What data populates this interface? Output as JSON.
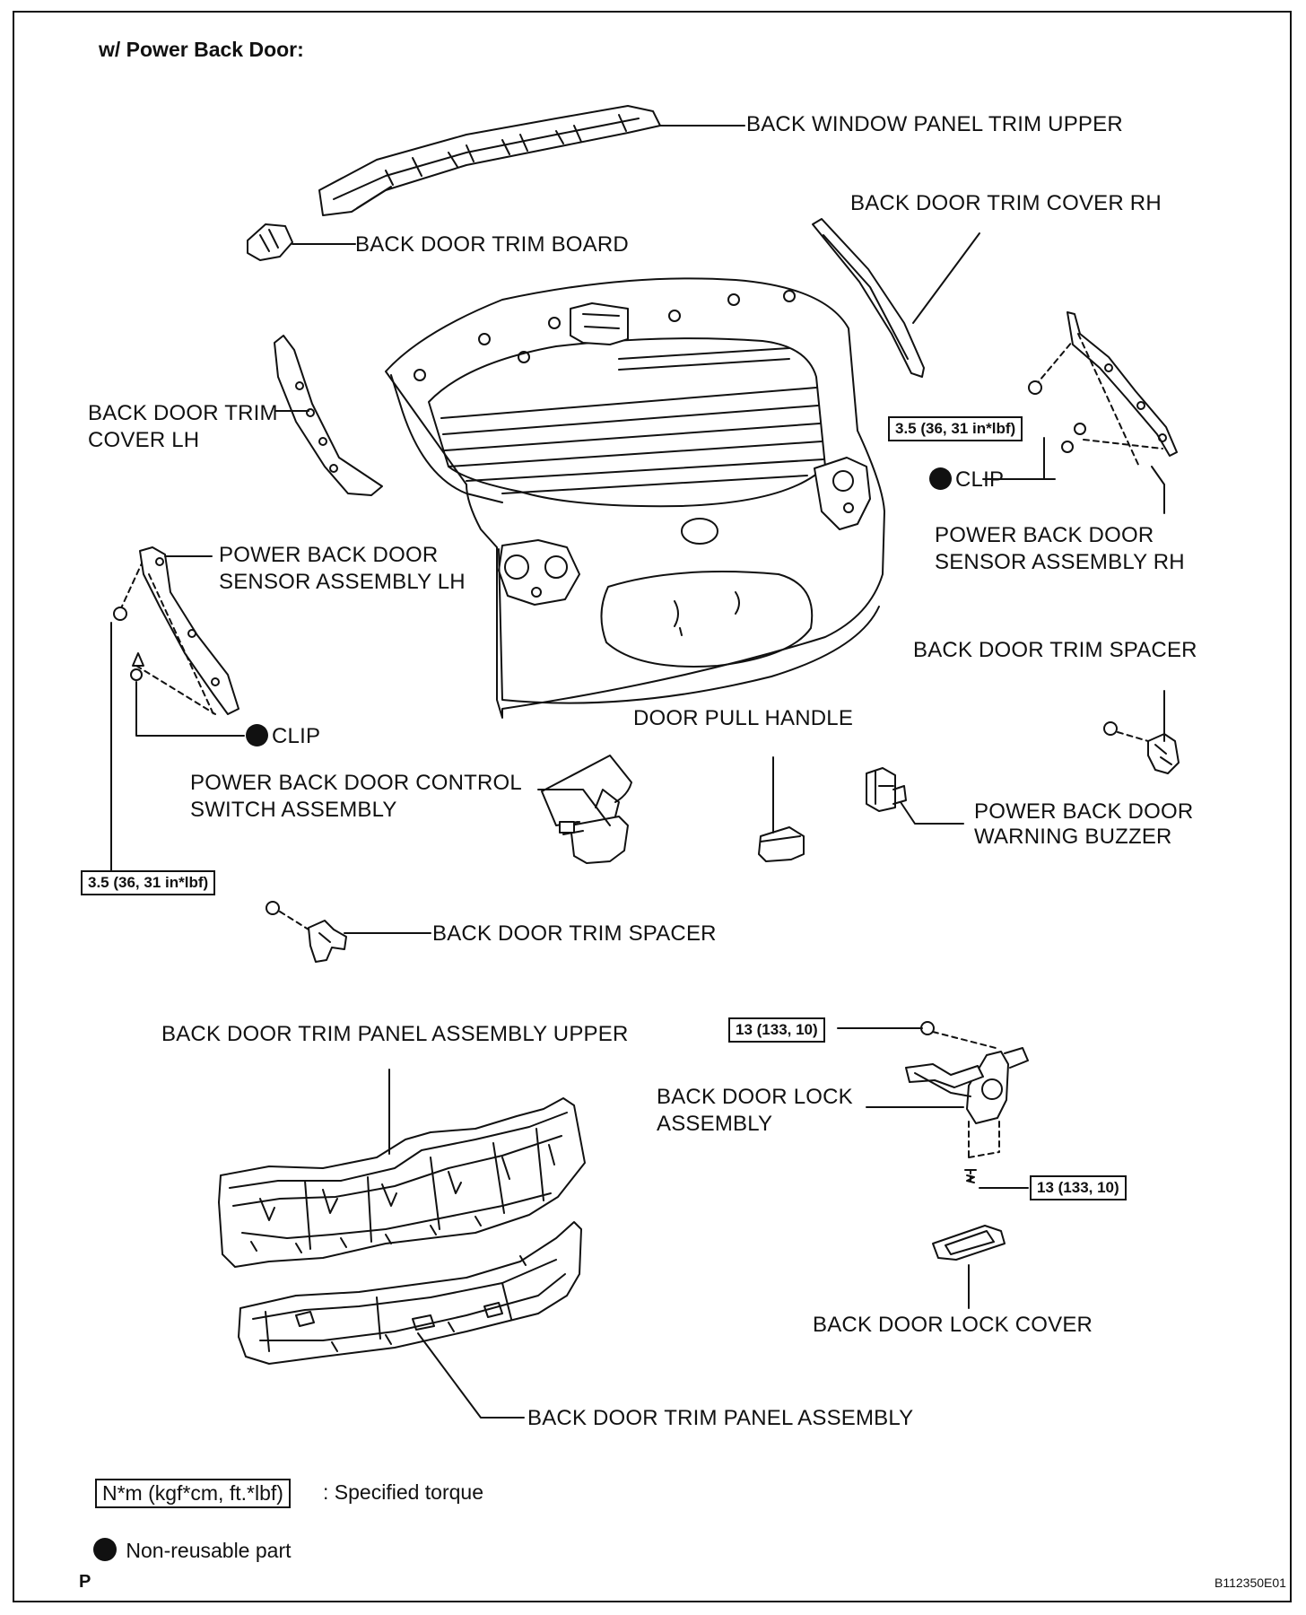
{
  "header": "w/ Power Back Door:",
  "labels": {
    "window_trim_upper": "BACK WINDOW PANEL TRIM UPPER",
    "trim_cover_rh": "BACK DOOR TRIM COVER RH",
    "trim_board": "BACK DOOR TRIM BOARD",
    "trim_cover_lh_1": "BACK DOOR TRIM",
    "trim_cover_lh_2": "COVER LH",
    "clip_rh": "CLIP",
    "sensor_rh_1": "POWER BACK DOOR",
    "sensor_rh_2": "SENSOR ASSEMBLY RH",
    "sensor_lh_1": "POWER BACK DOOR",
    "sensor_lh_2": "SENSOR ASSEMBLY LH",
    "trim_spacer_rh": "BACK DOOR TRIM SPACER",
    "door_pull_handle": "DOOR PULL HANDLE",
    "clip_lh": "CLIP",
    "control_switch_1": "POWER BACK DOOR CONTROL",
    "control_switch_2": "SWITCH ASSEMBLY",
    "buzzer_1": "POWER BACK DOOR",
    "buzzer_2": "WARNING BUZZER",
    "trim_spacer_lh": "BACK DOOR TRIM SPACER",
    "trim_panel_upper": "BACK DOOR TRIM PANEL ASSEMBLY UPPER",
    "lock_assembly_1": "BACK DOOR LOCK",
    "lock_assembly_2": "ASSEMBLY",
    "lock_cover": "BACK DOOR LOCK COVER",
    "trim_panel": "BACK DOOR TRIM PANEL ASSEMBLY"
  },
  "torques": {
    "sensor_rh": "3.5 (36, 31 in*lbf)",
    "sensor_lh": "3.5 (36, 31 in*lbf)",
    "lock_top": "13 (133, 10)",
    "lock_bottom": "13 (133, 10)"
  },
  "legend": {
    "torque_box": "N*m (kgf*cm, ft.*lbf)",
    "torque_text": ": Specified torque",
    "nonreusable_text": "Non-reusable part"
  },
  "footer": {
    "left": "P",
    "code": "B112350E01"
  }
}
